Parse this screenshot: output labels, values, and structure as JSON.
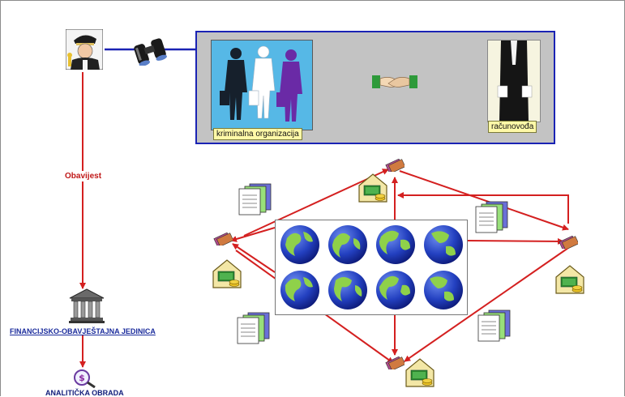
{
  "diagram": {
    "criminal_org_label": "kriminalna organizacija",
    "accountant_label": "računovođa",
    "notice_label": "Obavijest",
    "fiu_label": "FINANCIJSKO-OBAVJEŠTAJNA JEDINICA",
    "analysis_label": "ANALITIČKA OBRADA"
  },
  "colors": {
    "flow_blue": "#1a23b4",
    "flow_red": "#d42020",
    "panel_gray": "#c3c3c3",
    "ocean_blue": "#1f38b8",
    "land_green": "#8fd14a"
  },
  "icons": {
    "officer": "police-officer-icon",
    "binoculars": "binoculars-icon",
    "handshake": "handshake-icon",
    "bank": "bank-building-icon",
    "analysis": "magnifier-dollar-icon",
    "globe": "globe-icon",
    "document": "documents-icon",
    "money": "money-house-icon",
    "cards": "credit-cards-icon"
  }
}
